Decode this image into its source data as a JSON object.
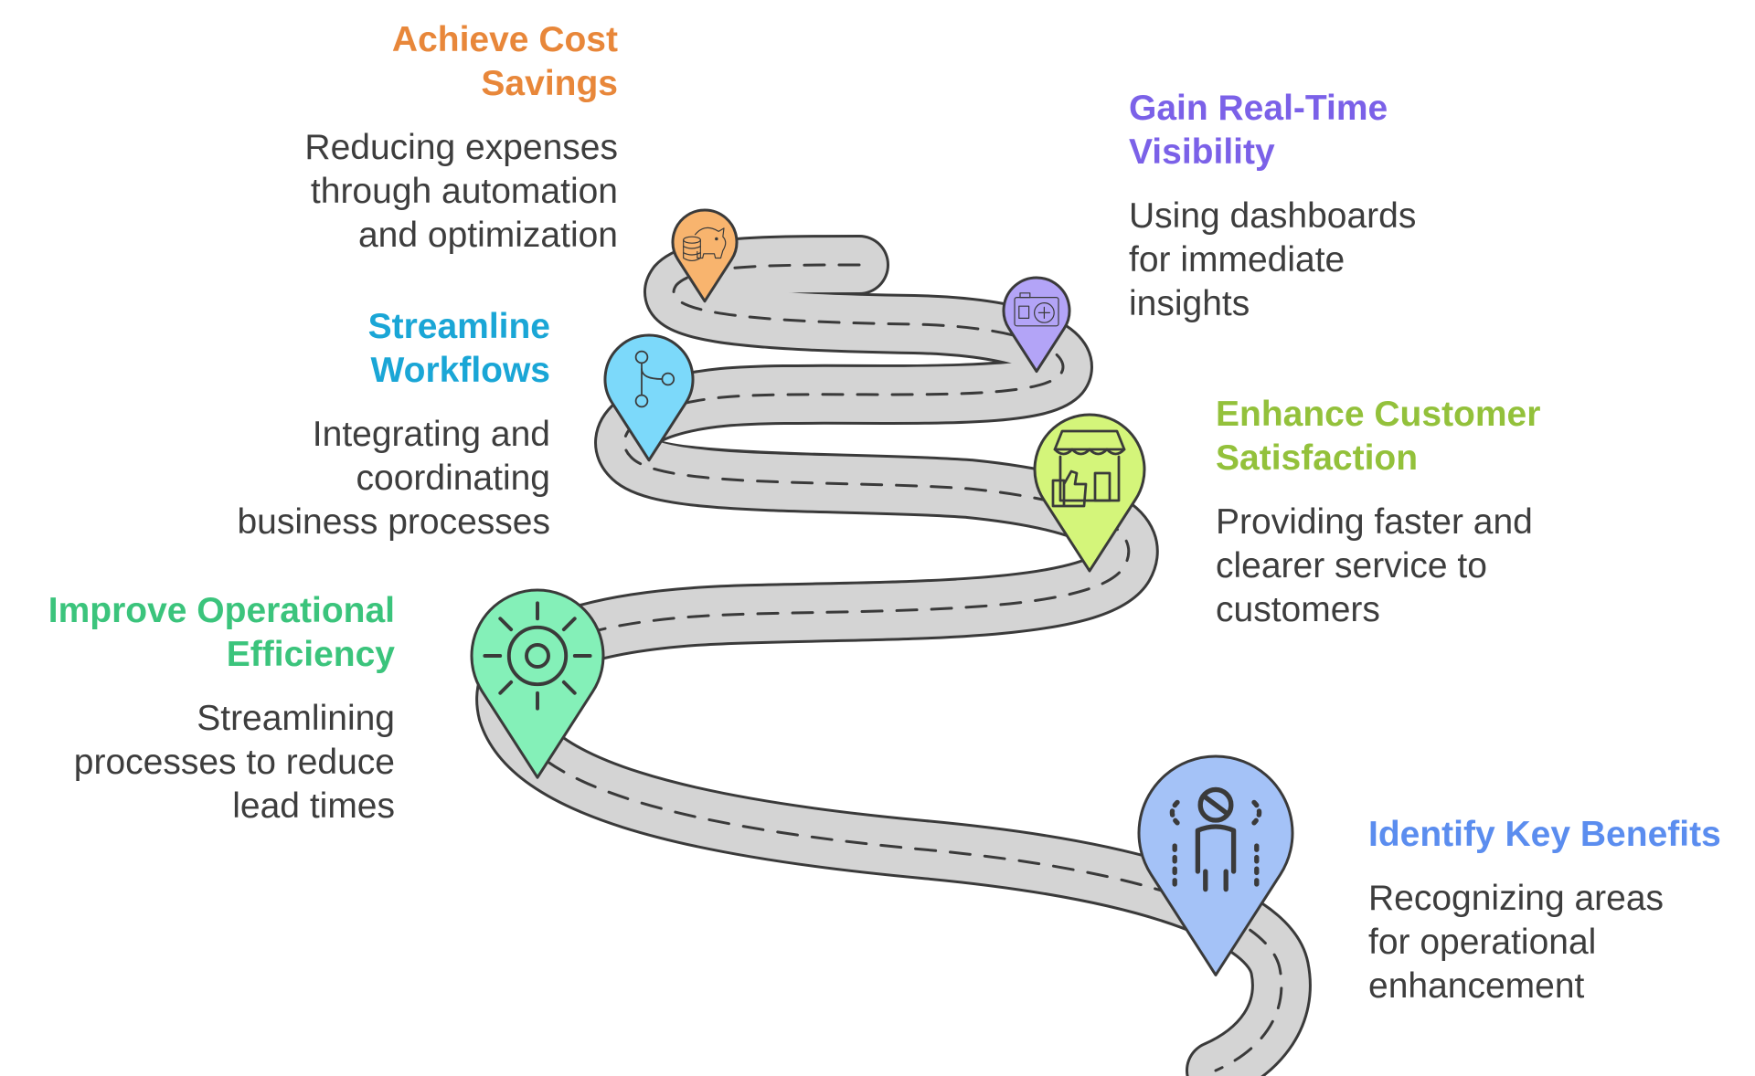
{
  "milestones": [
    {
      "id": "identify-key-benefits",
      "title": [
        "Identify Key Benefits"
      ],
      "description": [
        "Recognizing areas",
        "for operational",
        "enhancement"
      ],
      "color": "#5b8def",
      "pin_color": "#a4c2f7",
      "icon": "people-icon"
    },
    {
      "id": "improve-operational-efficiency",
      "title": [
        "Improve Operational",
        "Efficiency"
      ],
      "description": [
        "Streamlining",
        "processes to reduce",
        "lead times"
      ],
      "color": "#3bc47c",
      "pin_color": "#84f0b8",
      "icon": "gear-icon"
    },
    {
      "id": "enhance-customer-satisfaction",
      "title": [
        "Enhance Customer",
        "Satisfaction"
      ],
      "description": [
        "Providing faster and",
        "clearer service to",
        "customers"
      ],
      "color": "#93c13b",
      "pin_color": "#d4f57a",
      "icon": "store-thumbs-up-icon"
    },
    {
      "id": "streamline-workflows",
      "title": [
        "Streamline",
        "Workflows"
      ],
      "description": [
        "Integrating and",
        "coordinating",
        "business processes"
      ],
      "color": "#1aa6d6",
      "pin_color": "#7cd9fa",
      "icon": "workflow-branch-icon"
    },
    {
      "id": "gain-real-time-visibility",
      "title": [
        "Gain Real-Time",
        "Visibility"
      ],
      "description": [
        "Using dashboards",
        "for immediate",
        "insights"
      ],
      "color": "#7b61e8",
      "pin_color": "#b3a4f7",
      "icon": "dashboard-camera-icon"
    },
    {
      "id": "achieve-cost-savings",
      "title": [
        "Achieve Cost",
        "Savings"
      ],
      "description": [
        "Reducing expenses",
        "through automation",
        "and optimization"
      ],
      "color": "#e8873a",
      "pin_color": "#f8b46e",
      "icon": "piggy-bank-icon"
    }
  ]
}
